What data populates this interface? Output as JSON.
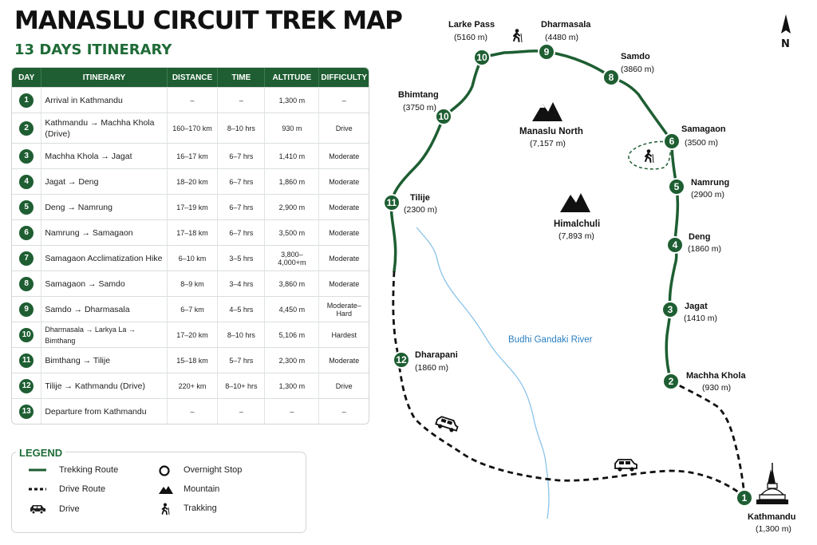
{
  "title": "MANASLU CIRCUIT TREK MAP",
  "subtitle": "13 DAYS ITINERARY",
  "table": {
    "headers": [
      "DAY",
      "ITINERARY",
      "DISTANCE",
      "TIME",
      "ALTITUDE",
      "DIFFICULTY"
    ],
    "rows": [
      {
        "day": "1",
        "itinerary": "Arrival in Kathmandu",
        "distance": "–",
        "time": "–",
        "altitude": "1,300 m",
        "difficulty": "–"
      },
      {
        "day": "2",
        "itinerary": "Kathmandu → Machha Khola (Drive)",
        "distance": "160–170 km",
        "time": "8–10 hrs",
        "altitude": "930 m",
        "difficulty": "Drive"
      },
      {
        "day": "3",
        "itinerary": "Machha Khola → Jagat",
        "distance": "16–17 km",
        "time": "6–7 hrs",
        "altitude": "1,410 m",
        "difficulty": "Moderate"
      },
      {
        "day": "4",
        "itinerary": "Jagat → Deng",
        "distance": "18–20 km",
        "time": "6–7 hrs",
        "altitude": "1,860 m",
        "difficulty": "Moderate"
      },
      {
        "day": "5",
        "itinerary": "Deng → Namrung",
        "distance": "17–19 km",
        "time": "6–7 hrs",
        "altitude": "2,900 m",
        "difficulty": "Moderate"
      },
      {
        "day": "6",
        "itinerary": "Namrung → Samagaon",
        "distance": "17–18 km",
        "time": "6–7 hrs",
        "altitude": "3,500 m",
        "difficulty": "Moderate"
      },
      {
        "day": "7",
        "itinerary": "Samagaon Acclimatization Hike",
        "distance": "6–10 km",
        "time": "3–5 hrs",
        "altitude": "3,800–4,000+m",
        "difficulty": "Moderate"
      },
      {
        "day": "8",
        "itinerary": "Samagaon → Samdo",
        "distance": "8–9 km",
        "time": "3–4 hrs",
        "altitude": "3,860 m",
        "difficulty": "Moderate"
      },
      {
        "day": "9",
        "itinerary": "Samdo → Dharmasala",
        "distance": "6–7 km",
        "time": "4–5 hrs",
        "altitude": "4,450 m",
        "difficulty": "Moderate–Hard"
      },
      {
        "day": "10",
        "itinerary": "Dharmasala → Larkya La → Bimthang",
        "distance": "17–20 km",
        "time": "8–10 hrs",
        "altitude": "5,106 m",
        "difficulty": "Hardest"
      },
      {
        "day": "11",
        "itinerary": "Bimthang → Tilije",
        "distance": "15–18 km",
        "time": "5–7 hrs",
        "altitude": "2,300 m",
        "difficulty": "Moderate"
      },
      {
        "day": "12",
        "itinerary": "Tilije → Kathmandu (Drive)",
        "distance": "220+ km",
        "time": "8–10+ hrs",
        "altitude": "1,300 m",
        "difficulty": "Drive"
      },
      {
        "day": "13",
        "itinerary": "Departure from Kathmandu",
        "distance": "–",
        "time": "–",
        "altitude": "–",
        "difficulty": "–"
      }
    ]
  },
  "legend": {
    "title": "LEGEND",
    "trekking_route": "Trekking Route",
    "drive_route": "Drive Route",
    "drive": "Drive",
    "overnight_stop": "Overnight Stop",
    "mountain": "Mountain",
    "trekking": "Trakking"
  },
  "map": {
    "north": "N",
    "river": "Budhi Gandaki River",
    "mountains": [
      {
        "name": "Manaslu North",
        "alt": "(7,157 m)"
      },
      {
        "name": "Himalchuli",
        "alt": "(7,893 m)"
      }
    ],
    "stops": [
      {
        "num": "1",
        "name": "Kathmandu",
        "alt": "(1,300 m)"
      },
      {
        "num": "2",
        "name": "Machha Khola",
        "alt": "(930 m)"
      },
      {
        "num": "3",
        "name": "Jagat",
        "alt": "(1410 m)"
      },
      {
        "num": "4",
        "name": "Deng",
        "alt": "(1860 m)"
      },
      {
        "num": "5",
        "name": "Namrung",
        "alt": "(2900 m)"
      },
      {
        "num": "6",
        "name": "Samagaon",
        "alt": "(3500 m)"
      },
      {
        "num": "8",
        "name": "Samdo",
        "alt": "(3860 m)"
      },
      {
        "num": "9",
        "name": "Dharmasala",
        "alt": "(4480 m)"
      },
      {
        "num": "10",
        "name": "Larke Pass",
        "alt": "(5160 m)"
      },
      {
        "num": "10",
        "name": "Bhimtang",
        "alt": "(3750 m)"
      },
      {
        "num": "11",
        "name": "Tilije",
        "alt": "(2300 m)"
      },
      {
        "num": "12",
        "name": "Dharapani",
        "alt": "(1860 m)"
      }
    ]
  },
  "colors": {
    "route_green": "#1e5e32",
    "river_blue": "#8ac4e8",
    "river_label": "#2a7fc1"
  }
}
